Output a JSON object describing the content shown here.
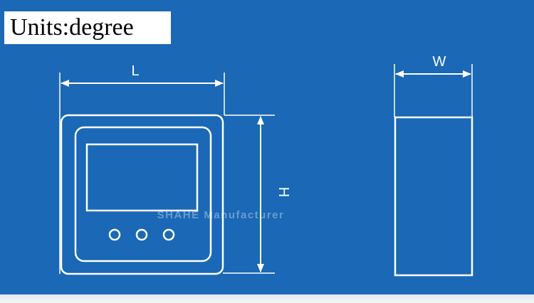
{
  "units_label": "Units:degree",
  "dimension_labels": {
    "length": "L",
    "height": "H",
    "width": "W"
  },
  "watermark": "SHAHE Manufacturer",
  "colors": {
    "background": "#1a68b6",
    "lines": "#ffffff",
    "label_box": "#ffffff"
  }
}
